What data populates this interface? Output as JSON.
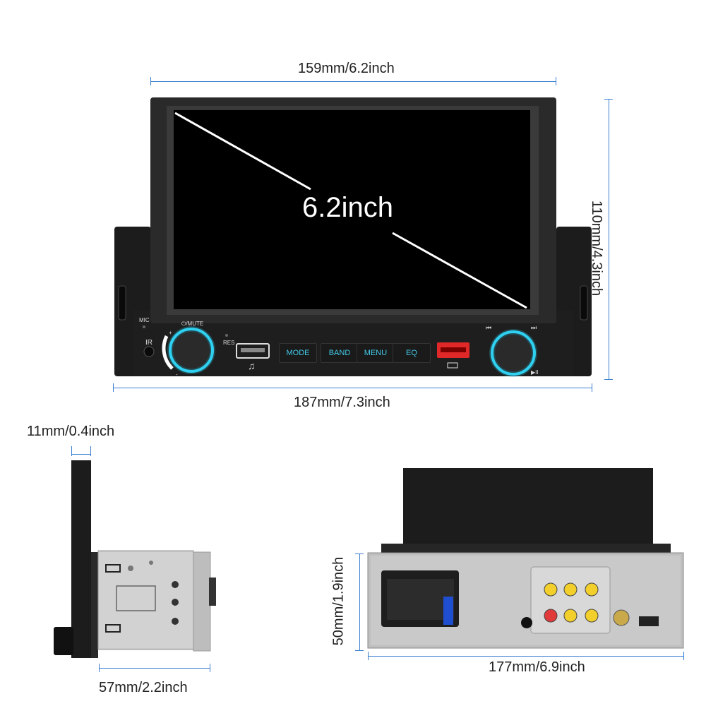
{
  "dimensions": {
    "front_width": "159mm/6.2inch",
    "front_height": "110mm/4.3inch",
    "body_width": "187mm/7.3inch",
    "side_depth_top": "11mm/0.4inch",
    "side_depth": "57mm/2.2inch",
    "back_height": "50mm/1.9inch",
    "back_width": "177mm/6.9inch"
  },
  "screen": {
    "size_label": "6.2inch"
  },
  "front_panel": {
    "mic_label": "MIC",
    "ir_label": "IR",
    "power_label": "⏻/MUTE",
    "plus_label": "+",
    "minus_label": "-",
    "res_label": "RES",
    "buttons": [
      "MODE",
      "BAND",
      "MENU",
      "EQ"
    ],
    "prev_label": "⏮",
    "next_label": "⏭",
    "play_label": "▶II",
    "music_icon": "music-note-icon",
    "knob_glow_color": "#2fd0f0"
  },
  "colors": {
    "dimension_line": "#3a7fd0",
    "device_body": "#1c1c1c",
    "button_text": "#43c9e8"
  }
}
